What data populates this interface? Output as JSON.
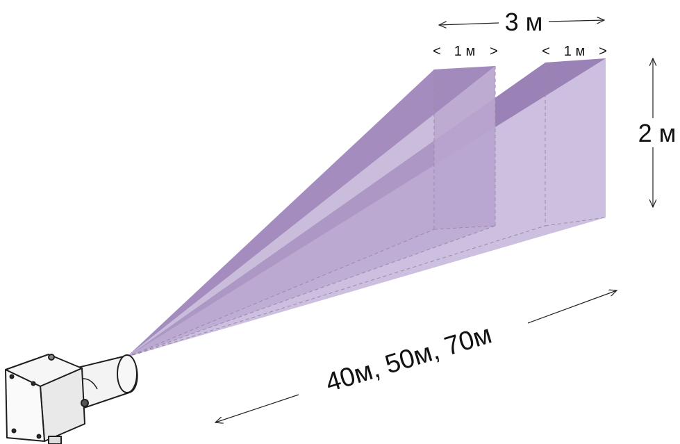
{
  "labels": {
    "total_width": "3 м",
    "beam_width_left": "1 м",
    "beam_width_right": "1 м",
    "height": "2 м",
    "range": "40м, 50м, 70м"
  },
  "colors": {
    "beam_dark": "#9d85b8",
    "beam_light": "#cdbede",
    "beam_overlap": "#8e76aa",
    "dash": "#9a8aa8",
    "line": "#222222",
    "device_body": "#f4f4f4",
    "device_outline": "#1e1e1e"
  },
  "icons": {
    "device": "ir-barrier-detector-icon"
  }
}
